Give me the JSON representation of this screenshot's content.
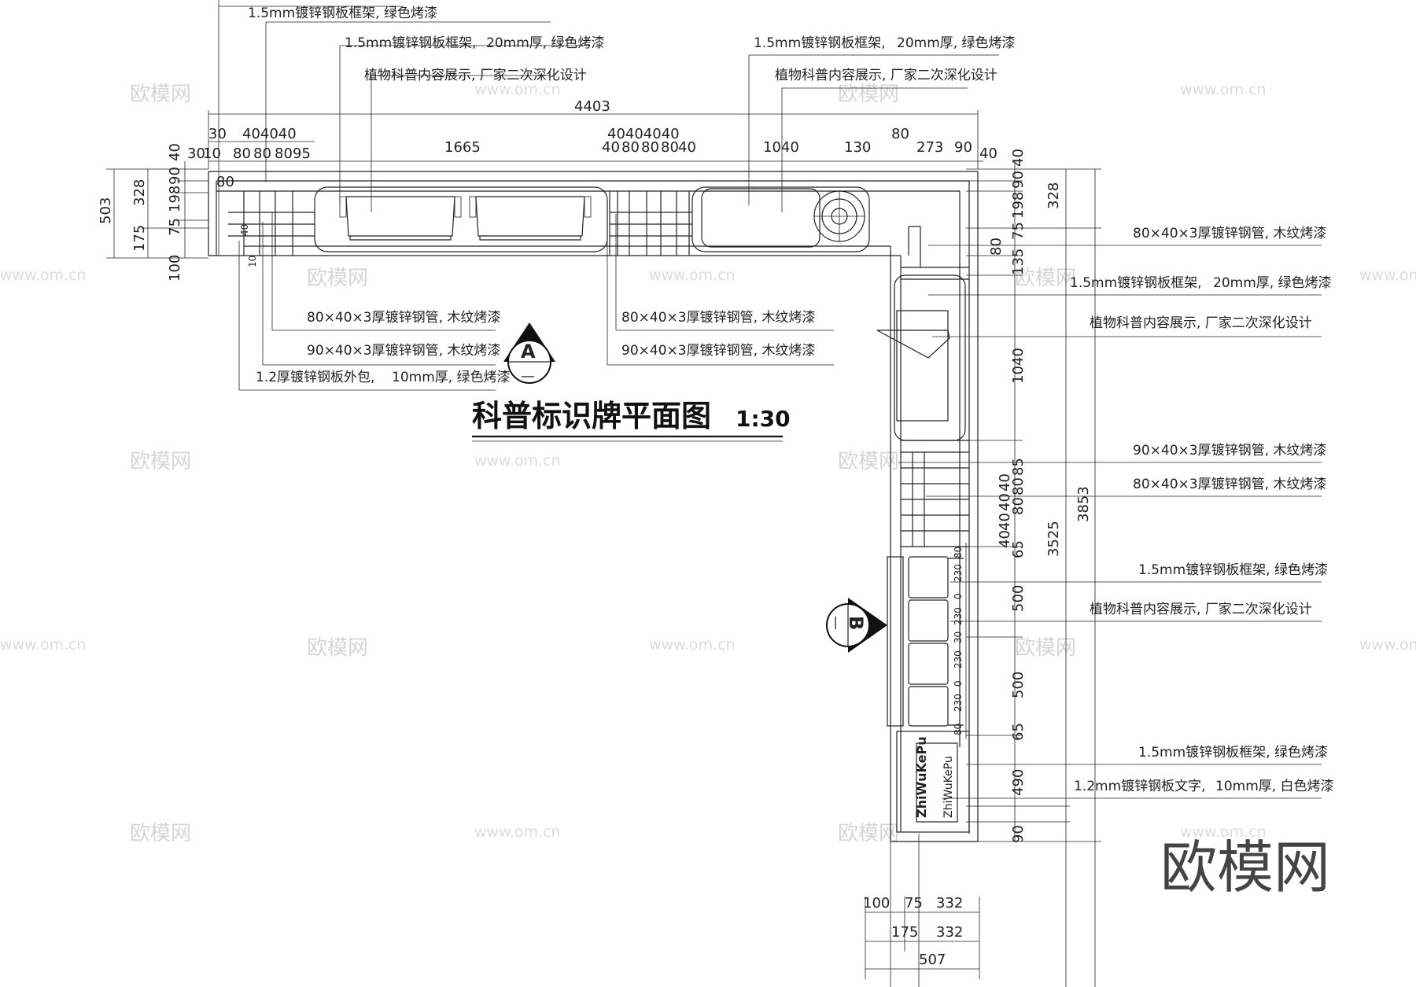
{
  "title": {
    "main": "科普标识牌平面图",
    "scale": "1:30"
  },
  "section_markers": {
    "a": {
      "letter": "A",
      "sheet": "—"
    },
    "b": {
      "letter": "B",
      "sheet": "—"
    }
  },
  "top_notes": {
    "n1": "1.5mm镀锌钢板框架, 绿色烤漆",
    "n2a": "1.5mm镀锌钢板框架,",
    "n2b": "20mm厚, 绿色烤漆",
    "n3": "植物科普内容展示, 厂家二次深化设计",
    "n4a": "1.5mm镀锌钢板框架,",
    "n4b": "20mm厚, 绿色烤漆",
    "n5": "植物科普内容展示, 厂家二次深化设计"
  },
  "bottom_left_notes": {
    "l1": "80×40×3厚镀锌钢管, 木纹烤漆",
    "l2": "90×40×3厚镀锌钢管, 木纹烤漆",
    "l3a": "1.2厚镀锌钢板外包,",
    "l3b": "10mm厚, 绿色烤漆",
    "l4": "80×40×3厚镀锌钢管, 木纹烤漆",
    "l5": "90×40×3厚镀锌钢管, 木纹烤漆"
  },
  "right_notes": {
    "r1": "80×40×3厚镀锌钢管, 木纹烤漆",
    "r2a": "1.5mm镀锌钢板框架,",
    "r2b": "20mm厚, 绿色烤漆",
    "r3": "植物科普内容展示, 厂家二次深化设计",
    "r4": "90×40×3厚镀锌钢管, 木纹烤漆",
    "r5": "80×40×3厚镀锌钢管, 木纹烤漆",
    "r6": "1.5mm镀锌钢板框架, 绿色烤漆",
    "r7": "植物科普内容展示, 厂家二次深化设计",
    "r8": "1.5mm镀锌钢板框架, 绿色烤漆",
    "r9a": "1.2mm镀锌钢板文字,",
    "r9b": "10mm厚, 白色烤漆"
  },
  "top_dimensions": {
    "total": "4403",
    "d30": "30",
    "d404040": "404040",
    "d30b": "30",
    "d10": "10",
    "d80a": "80",
    "d80b": "80",
    "d80c": "80",
    "d95": "95",
    "d1665": "1665",
    "d404040b": "40404040",
    "d40a": "40",
    "d80d": "80",
    "d80e": "80",
    "d80f": "80",
    "d40b": "40",
    "d1040": "1040",
    "d130": "130",
    "d80g": "80",
    "d273": "273",
    "d90": "90",
    "d40c": "40",
    "d80inner": "80"
  },
  "left_dimensions": {
    "d503": "503",
    "d328": "328",
    "d175": "175",
    "d40": "40",
    "d90": "90",
    "d198": "198",
    "d75": "75",
    "d100": "100",
    "d40s": "40",
    "d10s": "10"
  },
  "right_dimensions": {
    "d40": "40",
    "d90": "90",
    "d198": "198",
    "d75": "75",
    "d80": "80",
    "d135": "135",
    "d1040": "1040",
    "d85": "85",
    "d80a": "80",
    "d80b": "80",
    "d40a": "40",
    "d40b": "40",
    "d40c": "40",
    "d40d": "40",
    "d65": "65",
    "d500a": "500",
    "d500b": "500",
    "d65b": "65",
    "d490": "490",
    "d90b": "90",
    "d328": "328",
    "d3525": "3525",
    "d3853": "3853",
    "s80a": "80",
    "s230a": "230",
    "s0a": "0",
    "s230b": "230",
    "s30": "30",
    "s230c": "230",
    "s0b": "0",
    "s230d": "230",
    "s80b": "80"
  },
  "bottom_dimensions": {
    "d100": "100",
    "d75": "75",
    "d332a": "332",
    "d175": "175",
    "d332b": "332",
    "d507": "507"
  },
  "signage_text": "ZhiWuKePu",
  "watermarks": {
    "brand": "欧模网",
    "url": "www.om.cn",
    "big": "欧模网"
  }
}
